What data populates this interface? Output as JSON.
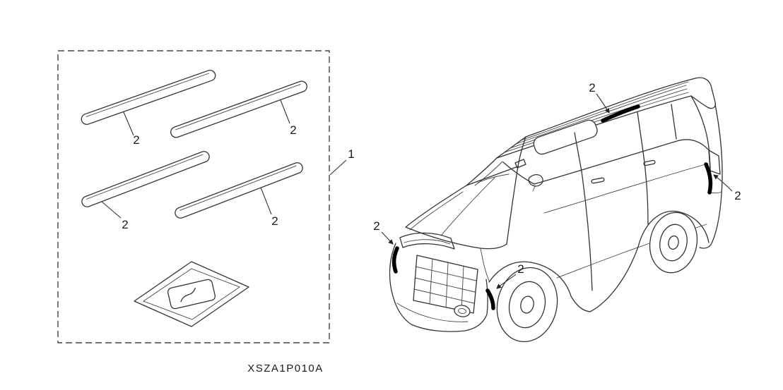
{
  "diagram": {
    "code": "XSZA1P010A",
    "callouts": {
      "kit": "1",
      "part": "2"
    },
    "ink_color": "#1a1a1a",
    "highlight_color": "#000000"
  }
}
